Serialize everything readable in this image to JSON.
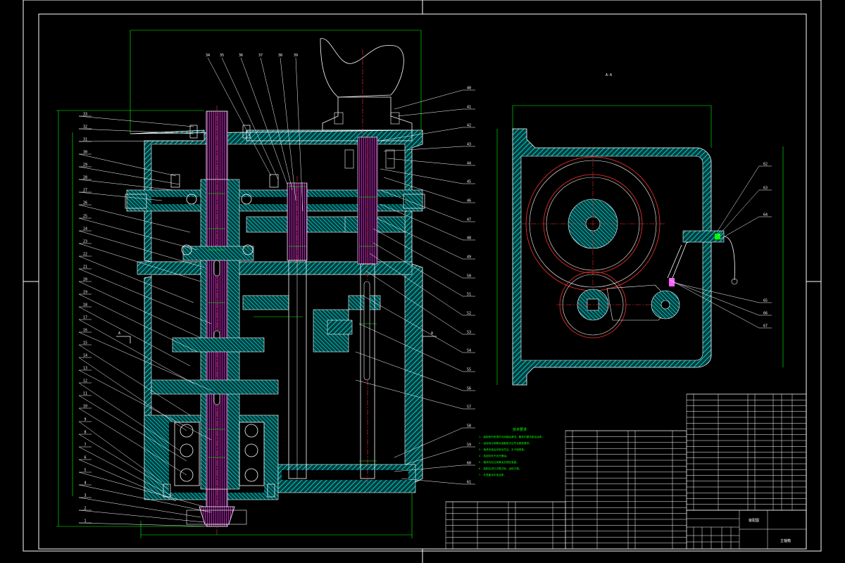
{
  "sheet": {
    "background": "#000000",
    "colors": {
      "hatch": "#00c8c8",
      "line": "#ffffff",
      "dimension": "#00ff00",
      "centerline": "#ff3030",
      "shaft": "#ff60ff",
      "border": "#ffffff"
    }
  },
  "views": {
    "section_view": {
      "section_mark_left": "A",
      "section_mark_right": "A"
    },
    "side_view": {
      "title": "A-A"
    }
  },
  "balloons_left": [
    "33",
    "32",
    "31",
    "30",
    "29",
    "28",
    "27",
    "26",
    "25",
    "24",
    "23",
    "22",
    "21",
    "20",
    "19",
    "18",
    "17",
    "16",
    "15",
    "14",
    "13",
    "12",
    "11",
    "10",
    "9",
    "8",
    "7",
    "6",
    "5",
    "4",
    "3",
    "2",
    "1"
  ],
  "balloons_top": [
    "34",
    "35",
    "36",
    "37",
    "38",
    "39"
  ],
  "balloons_right": [
    "40",
    "41",
    "42",
    "43",
    "44",
    "45",
    "46",
    "47",
    "48",
    "49",
    "50",
    "51",
    "52",
    "53",
    "54",
    "55",
    "56",
    "57",
    "58",
    "59",
    "60",
    "61"
  ],
  "balloons_side": [
    "62",
    "63",
    "64",
    "65",
    "66",
    "67"
  ],
  "tech_requirements": {
    "title": "技术要求",
    "lines": [
      "1. 装配前所有零件均用煤油清洗，箱体内壁涂耐油油漆；",
      "2. 齿轮啮合侧隙及接触斑点应符合精度要求；",
      "3. 轴承安装后应转动灵活，无卡阻现象；",
      "4. 各密封处不允许漏油；",
      "5. 箱体内加注润滑油至规定高度；",
      "6. 装配后进行空载试验，运转平稳；",
      "7. 外表面涂灰色油漆。"
    ]
  },
  "title_block": {
    "drawing_name": "装配图",
    "school": "主轴箱"
  }
}
